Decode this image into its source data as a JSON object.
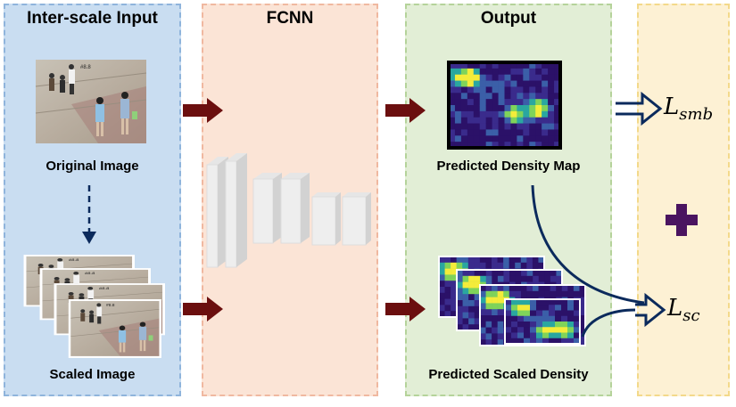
{
  "columns": {
    "input_title": "Inter-scale Input",
    "fcnn_title": "FCNN",
    "output_title": "Output"
  },
  "captions": {
    "original": "Original Image",
    "scaled": "Scaled Image",
    "pred_map": "Predicted Density Map",
    "pred_scaled": "Predicted Scaled Density"
  },
  "losses": {
    "smb_symbol": "L",
    "smb_sub": "smb",
    "sc_symbol": "L",
    "sc_sub": "sc",
    "plus": "+"
  },
  "colors": {
    "input_panel": "#c5dcf0",
    "fcnn_panel": "#fbe3d4",
    "output_panel": "#e3efd7",
    "loss_panel": "#fdf1d3",
    "arrow": "#6b0f0f",
    "navy": "#0b2a5c",
    "plus": "#4a1460"
  }
}
